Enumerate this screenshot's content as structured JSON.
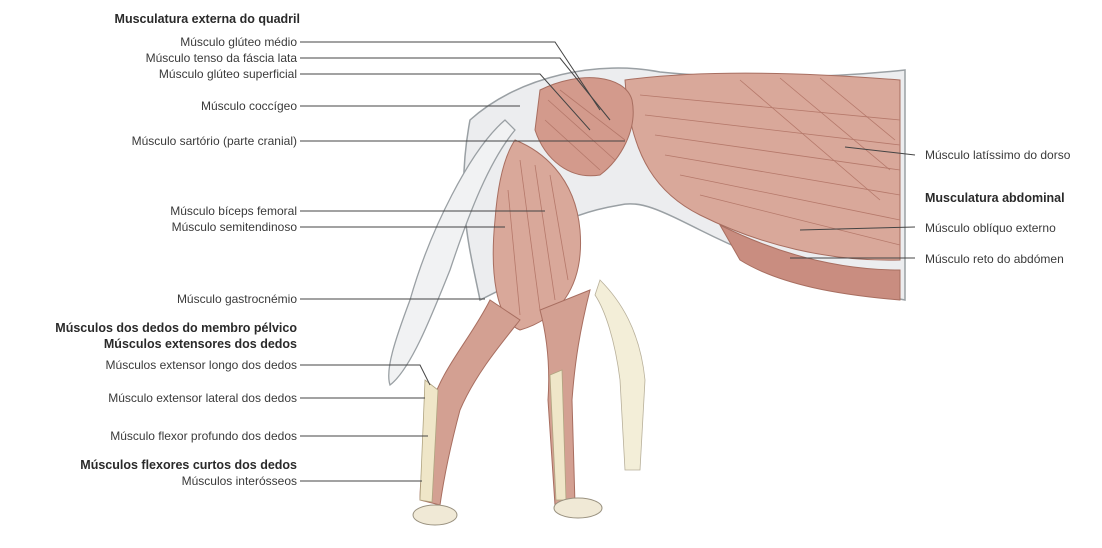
{
  "left_labels": {
    "h_quadril": "Musculatura externa do quadril",
    "gluteo_medio": "Músculo glúteo médio",
    "tenso_fascia": "Músculo tenso da fáscia lata",
    "gluteo_superficial": "Músculo glúteo superficial",
    "coccigeo": "Músculo coccígeo",
    "sartorio": "Músculo sartório (parte cranial)",
    "biceps": "Músculo bíceps femoral",
    "semitendinoso": "Músculo semitendinoso",
    "gastrocnemio": "Músculo gastrocnémio",
    "h_dedos": "Músculos dos dedos do membro pélvico",
    "h_extensores": "Músculos extensores dos dedos",
    "extensor_longo": "Músculos extensor longo dos dedos",
    "extensor_lateral": "Músculo extensor lateral dos dedos",
    "flexor_profundo": "Músculo flexor profundo dos dedos",
    "h_flexores": "Músculos flexores curtos dos dedos",
    "interosseos": "Músculos interósseos"
  },
  "right_labels": {
    "latissimo": "Músculo latíssimo do dorso",
    "h_abdominal": "Musculatura abdominal",
    "obliquo": "Músculo oblíquo externo",
    "reto": "Músculo reto do abdómen"
  },
  "colors": {
    "muscle": "#d9a89a",
    "muscle_dark": "#b5786a",
    "tendon": "#efe6c8",
    "skin_outline": "#9aa0a4",
    "body_fill": "#ecedef",
    "leader": "#444444"
  }
}
